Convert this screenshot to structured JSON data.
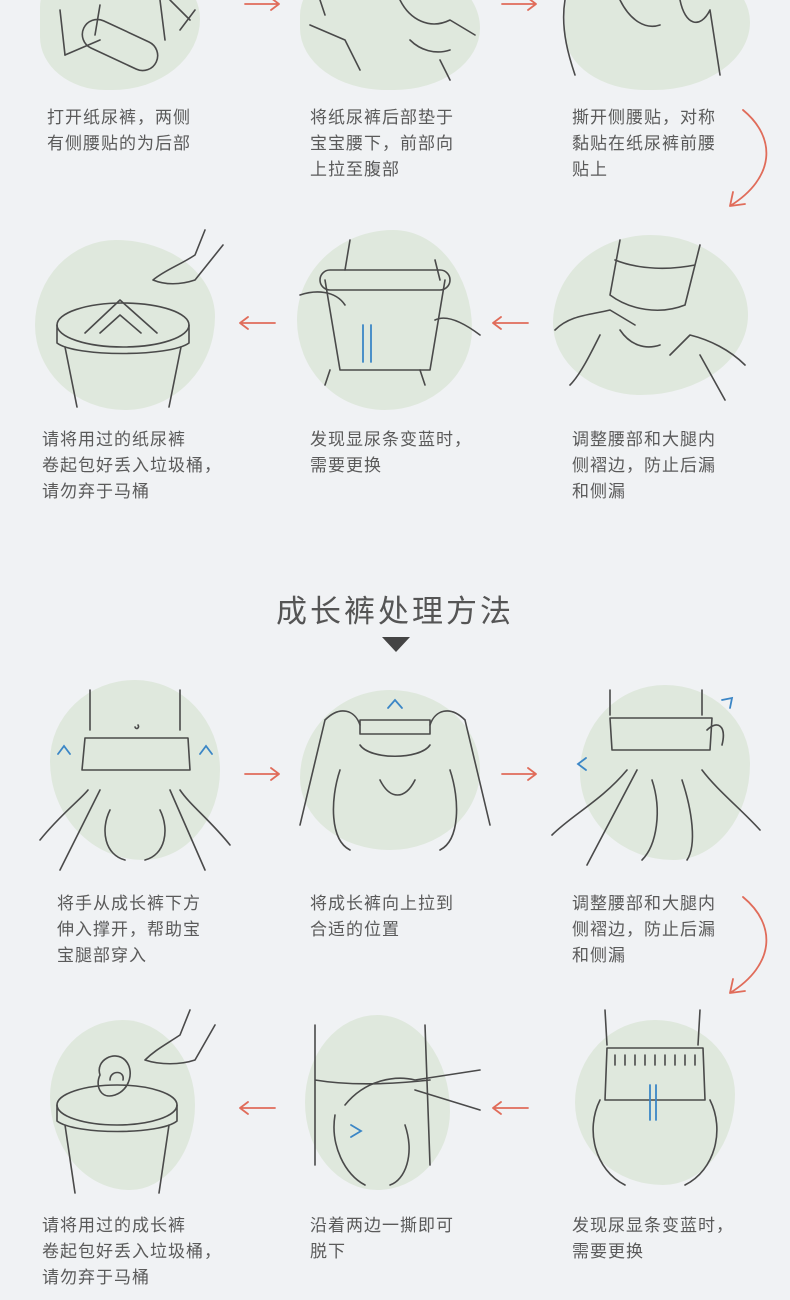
{
  "section1": {
    "steps": [
      {
        "caption": "打开纸尿裤，两侧\n有侧腰贴的为后部"
      },
      {
        "caption": "将纸尿裤后部垫于\n宝宝腰下，前部向\n上拉至腹部"
      },
      {
        "caption": "撕开侧腰贴，对称\n黏贴在纸尿裤前腰\n贴上"
      },
      {
        "caption": "调整腰部和大腿内\n侧褶边，防止后漏\n和侧漏"
      },
      {
        "caption": "发现显尿条变蓝时，\n需要更换"
      },
      {
        "caption": "请将用过的纸尿裤\n卷起包好丢入垃圾桶，\n请勿弃于马桶"
      }
    ]
  },
  "section2": {
    "title": "成长裤处理方法",
    "steps": [
      {
        "caption": "将手从成长裤下方\n伸入撑开，帮助宝\n宝腿部穿入"
      },
      {
        "caption": "将成长裤向上拉到\n合适的位置"
      },
      {
        "caption": "调整腰部和大腿内\n侧褶边，防止后漏\n和侧漏"
      },
      {
        "caption": "发现尿显条变蓝时，\n需要更换"
      },
      {
        "caption": "沿着两边一撕即可\n脱下"
      },
      {
        "caption": "请将用过的成长裤\n卷起包好丢入垃圾桶，\n请勿弃于马桶"
      }
    ]
  },
  "colors": {
    "background": "#f0f2f4",
    "blob": "#dfe8dd",
    "arrow": "#e06c5a",
    "indicator": "#3b86c6"
  }
}
